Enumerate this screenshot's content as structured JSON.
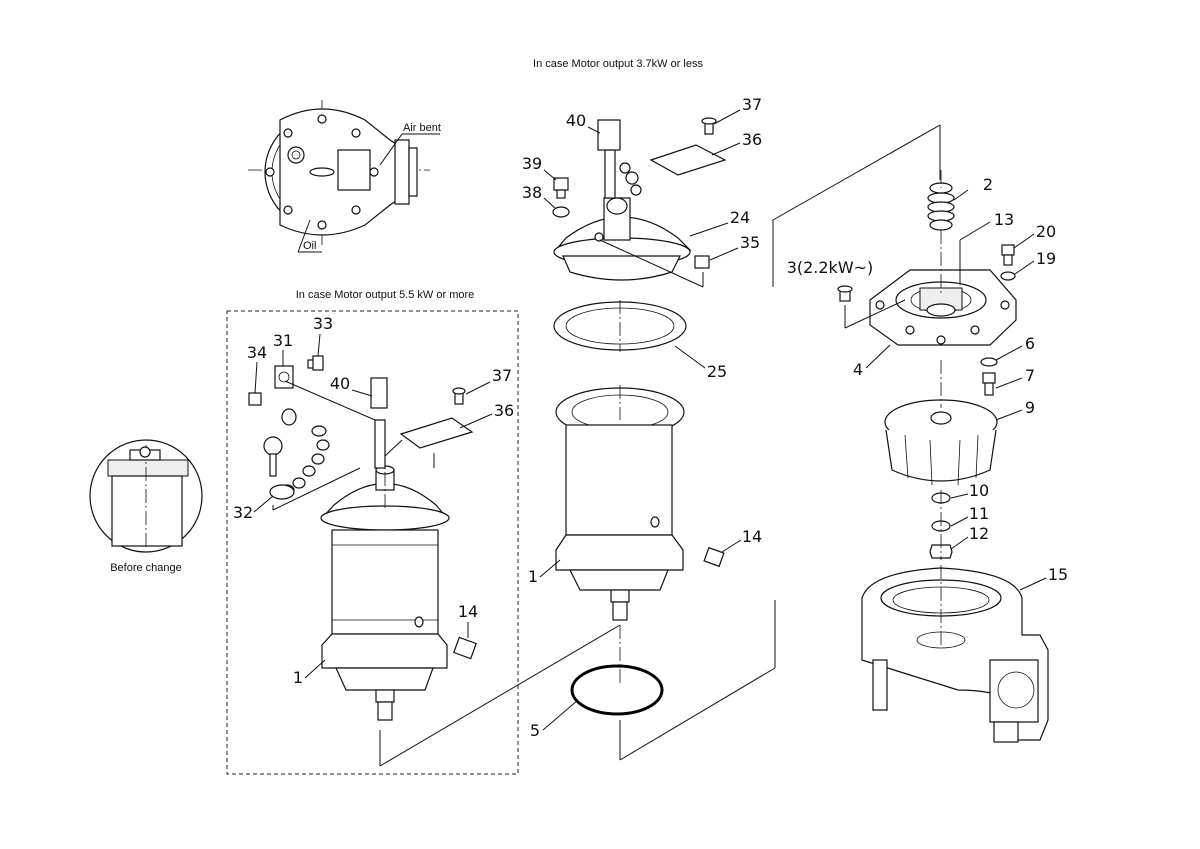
{
  "captions": {
    "title_small": "In case Motor output 3.7kW or less",
    "title_large": "In case Motor output 5.5 kW or more",
    "before_change": "Before change",
    "air_bent": "Air bent",
    "oil": "Oil"
  },
  "part_numbers": {
    "p1_left": "1",
    "p1_mid": "1",
    "p2": "2",
    "p3": "3(2.2kW~)",
    "p4": "4",
    "p5": "5",
    "p6": "6",
    "p7": "7",
    "p9": "9",
    "p10": "10",
    "p11": "11",
    "p12": "12",
    "p13": "13",
    "p14_left": "14",
    "p14_mid": "14",
    "p15": "15",
    "p19": "19",
    "p20": "20",
    "p24": "24",
    "p25": "25",
    "p31": "31",
    "p32": "32",
    "p33": "33",
    "p34": "34",
    "p35": "35",
    "p36_left": "36",
    "p36_mid": "36",
    "p37_left": "37",
    "p37_mid": "37",
    "p38": "38",
    "p39": "39",
    "p40_left": "40",
    "p40_mid": "40"
  }
}
